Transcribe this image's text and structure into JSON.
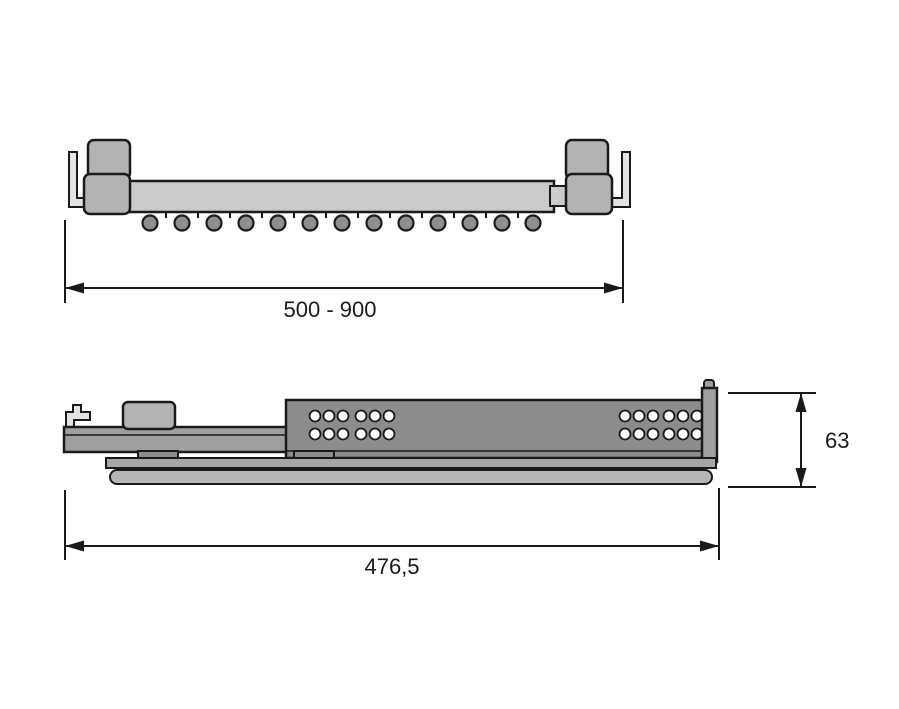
{
  "meta": {
    "description": "Technical dimension drawing of a drawer slide / runner, front view and side view"
  },
  "colors": {
    "background": "#ffffff",
    "outline": "#1a1a1a",
    "bar_fill": "#cbcbcb",
    "bracket_fill": "#b3b3b3",
    "hook_fill": "#e3e3e3",
    "roller_fill": "#8f8f8f",
    "rail_fill": "#9f9f9f",
    "body_fill": "#8c8c8c",
    "ledge_fill": "#a6a6a6",
    "bottom_rail_fill": "#b6b6b6",
    "hole_fill": "#ffffff"
  },
  "dimensions": {
    "top_view_width": "500 - 900",
    "side_view_length": "476,5",
    "side_view_height": "63"
  }
}
